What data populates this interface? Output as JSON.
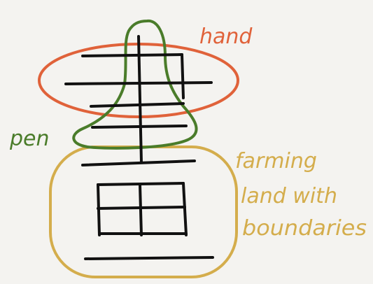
{
  "labels": {
    "hand": "hand",
    "pen": "pen",
    "field_line1": "farming",
    "field_line2": "land with",
    "field_line3": "boundaries"
  },
  "colors": {
    "background": "#f4f3f0",
    "ink": "#111111",
    "hand": "#e0623a",
    "pen": "#4a7c2a",
    "field": "#d4ad4c"
  }
}
